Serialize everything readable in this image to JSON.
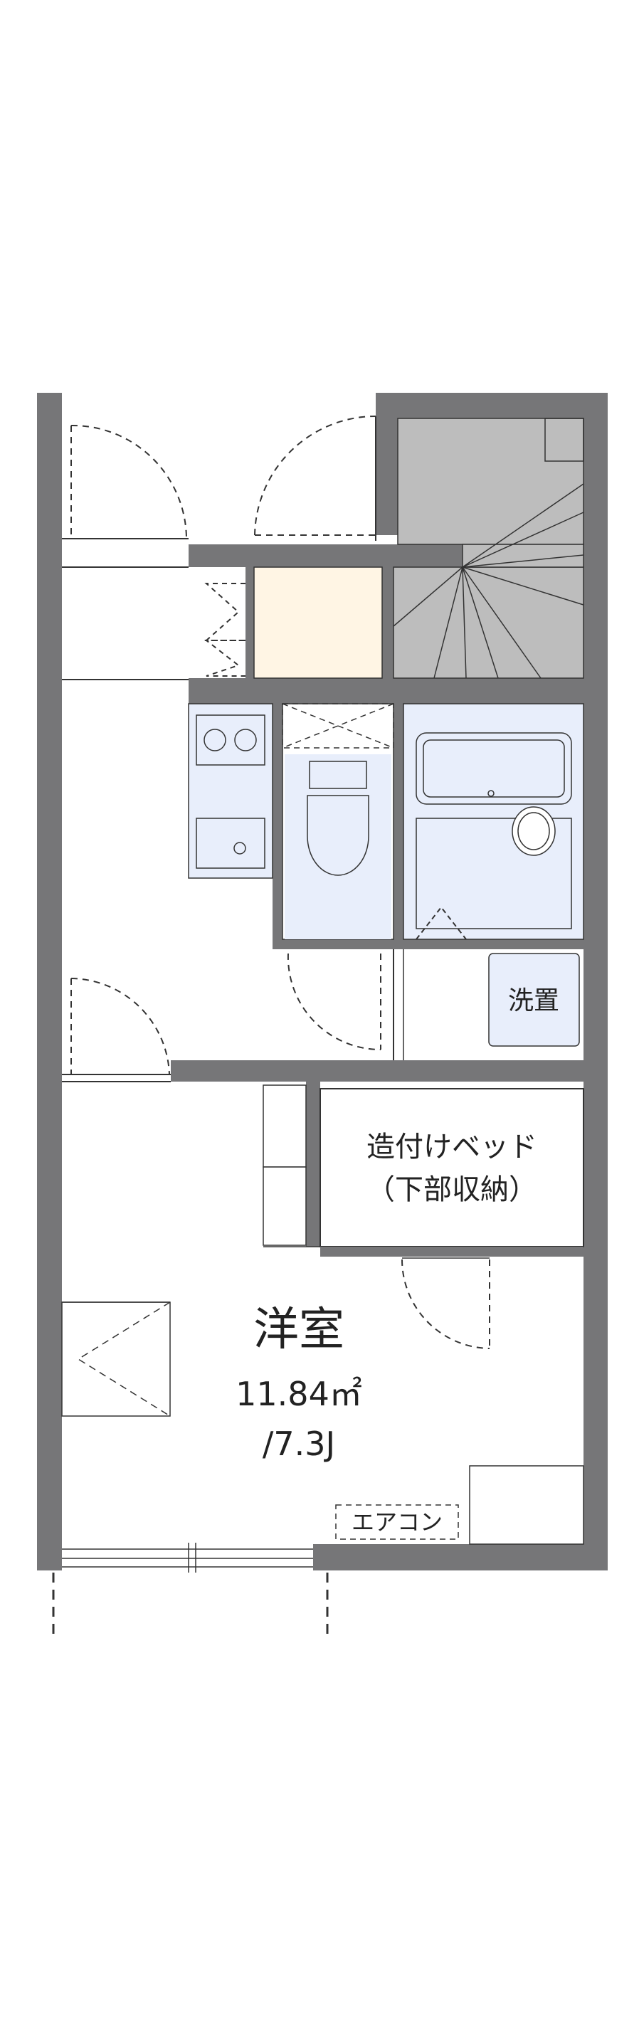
{
  "rooms": {
    "main_room": {
      "name": "洋室",
      "area": "11.84㎡",
      "tatami": "/7.3J"
    },
    "built_in_bed": {
      "line1": "造付けベッド",
      "line2": "（下部収納）"
    },
    "washer": {
      "label": "洗置"
    },
    "aircon": {
      "label": "エアコン"
    }
  },
  "colors": {
    "wall": "#767678",
    "stairs": "#bdbdbd",
    "storage": "#fff5e4",
    "fixtures": "#e8eefb",
    "line": "#333333"
  }
}
